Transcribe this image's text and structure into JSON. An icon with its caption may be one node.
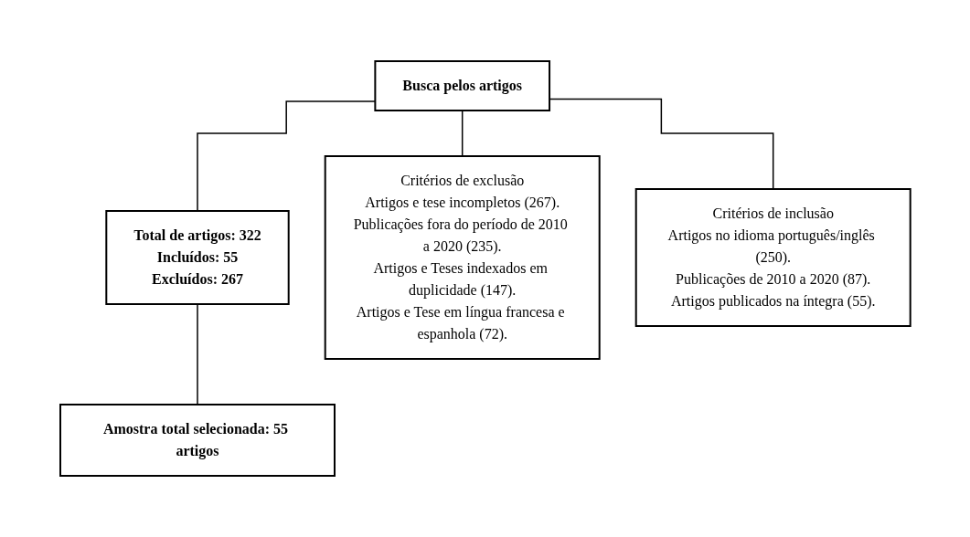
{
  "diagram": {
    "nodes": [
      {
        "text": [
          "Busca pelos artigos"
        ]
      },
      {
        "text": [
          "Total de artigos: 322",
          "Incluídos: 55",
          "Excluídos: 267"
        ]
      },
      {
        "text": [
          "Amostra total selecionada: 55 artigos"
        ]
      },
      {
        "text": [
          "Critérios de exclusão",
          "Artigos e tese incompletos (267).",
          "Publicações fora do período de 2010 a 2020 (235).",
          "Artigos e Teses indexados em duplicidade (147).",
          "Artigos e Tese em língua francesa e espanhola (72)."
        ]
      },
      {
        "text": [
          "Critérios de inclusão",
          "Artigos no idioma português/inglês (250).",
          "Publicações de 2010 a 2020 (87).",
          "Artigos publicados na íntegra (55)."
        ]
      }
    ],
    "edges": [
      {
        "from": 0,
        "to": 1,
        "arrow": "none"
      },
      {
        "from": 0,
        "to": 3,
        "arrow": "none"
      },
      {
        "from": 0,
        "to": 4,
        "arrow": "none"
      },
      {
        "from": 1,
        "to": 2,
        "arrow": "none"
      }
    ]
  }
}
